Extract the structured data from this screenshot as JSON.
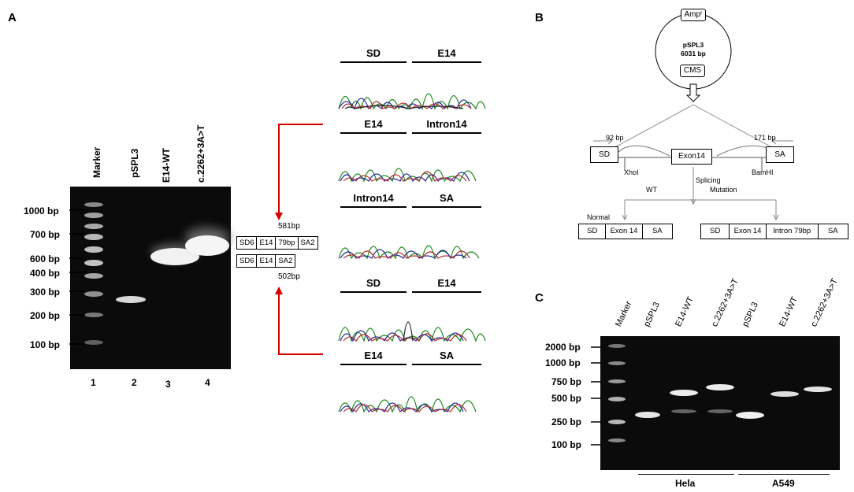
{
  "panel_a": {
    "letter": "A",
    "lane_labels": [
      "Marker",
      "pSPL3",
      "E14-WT",
      "c.2262+3A>T"
    ],
    "lane_numbers": [
      "1",
      "2",
      "3",
      "4"
    ],
    "ladder": [
      "1000 bp",
      "700 bp",
      "600 bp",
      "400 bp",
      "300 bp",
      "200 bp",
      "100 bp"
    ],
    "size_top": "581bp",
    "size_bottom": "502bp",
    "construct_long": [
      "SD6",
      "E14",
      "79bp",
      "SA2"
    ],
    "construct_short": [
      "SD6",
      "E14",
      "SA2"
    ],
    "traces": [
      {
        "left": "SD",
        "right": "E14"
      },
      {
        "left": "E14",
        "right": "Intron14"
      },
      {
        "left": "Intron14",
        "right": "SA"
      },
      {
        "left": "SD",
        "right": "E14"
      },
      {
        "left": "E14",
        "right": "SA"
      }
    ],
    "arrow_color": "#d40000"
  },
  "panel_b": {
    "letter": "B",
    "plasmid_name": "pSPL3",
    "plasmid_size": "6031 bp",
    "amp": "Ampʳ",
    "cms": "CMS",
    "primer_left": "92 bp",
    "primer_right": "171 bp",
    "sd": "SD",
    "exon": "Exon14",
    "sa": "SA",
    "xhoi": "XhoI",
    "bamhi": "BamHI",
    "splicing": "Splicing",
    "wt": "WT",
    "mutation": "Mutation",
    "normal": "Normal",
    "wt_product": [
      "SD",
      "Exon 14",
      "SA"
    ],
    "mut_product": [
      "SD",
      "Exon 14",
      "Intron 79bp",
      "SA"
    ]
  },
  "panel_c": {
    "letter": "C",
    "lane_labels": [
      "Marker",
      "pSPL3",
      "E14-WT",
      "c.2262+3A>T",
      "pSPL3",
      "E14-WT",
      "c.2262+3A>T"
    ],
    "ladder": [
      "2000 bp",
      "1000 bp",
      "750 bp",
      "500 bp",
      "250 bp",
      "100 bp"
    ],
    "cell_lines": [
      "Hela",
      "A549"
    ]
  }
}
